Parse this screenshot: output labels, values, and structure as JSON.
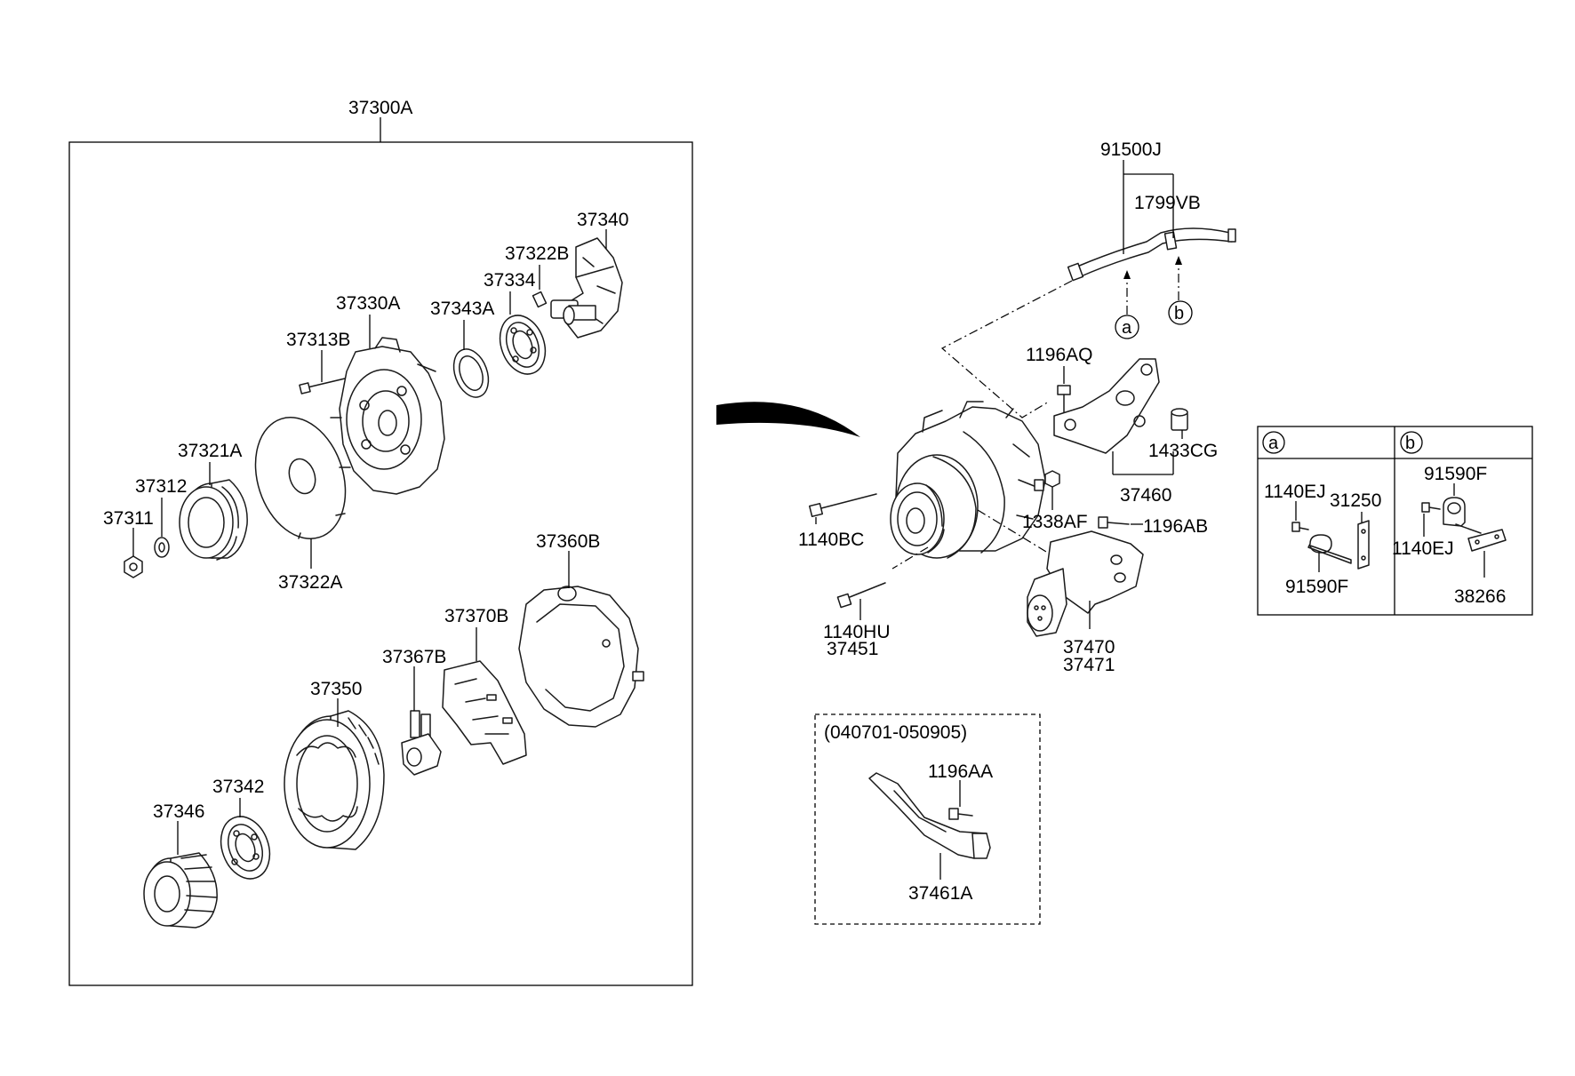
{
  "diagram": {
    "assembly_label": "37300A",
    "labels": {
      "p37340": "37340",
      "p37322B": "37322B",
      "p37334": "37334",
      "p37343A": "37343A",
      "p37330A": "37330A",
      "p37313B": "37313B",
      "p37321A": "37321A",
      "p37312": "37312",
      "p37311": "37311",
      "p37322A": "37322A",
      "p37360B": "37360B",
      "p37370B": "37370B",
      "p37367B": "37367B",
      "p37350": "37350",
      "p37342": "37342",
      "p37346": "37346",
      "p91500J": "91500J",
      "p1799VB": "1799VB",
      "p1196AQ": "1196AQ",
      "p1433CG": "1433CG",
      "p37460": "37460",
      "p1338AF": "1338AF",
      "p1196AB": "1196AB",
      "p1140BC": "1140BC",
      "p1140HU": "1140HU",
      "p37451": "37451",
      "p37470": "37470",
      "p37471": "37471",
      "date_range": "(040701-050905)",
      "p1196AA": "1196AA",
      "p37461A": "37461A"
    },
    "callouts": {
      "a": "a",
      "b": "b"
    },
    "detail_a": {
      "header": "a",
      "p1140EJ": "1140EJ",
      "p31250": "31250",
      "p91590F": "91590F"
    },
    "detail_b": {
      "header": "b",
      "p91590F": "91590F",
      "p1140EJ": "1140EJ",
      "p38266": "38266"
    }
  }
}
